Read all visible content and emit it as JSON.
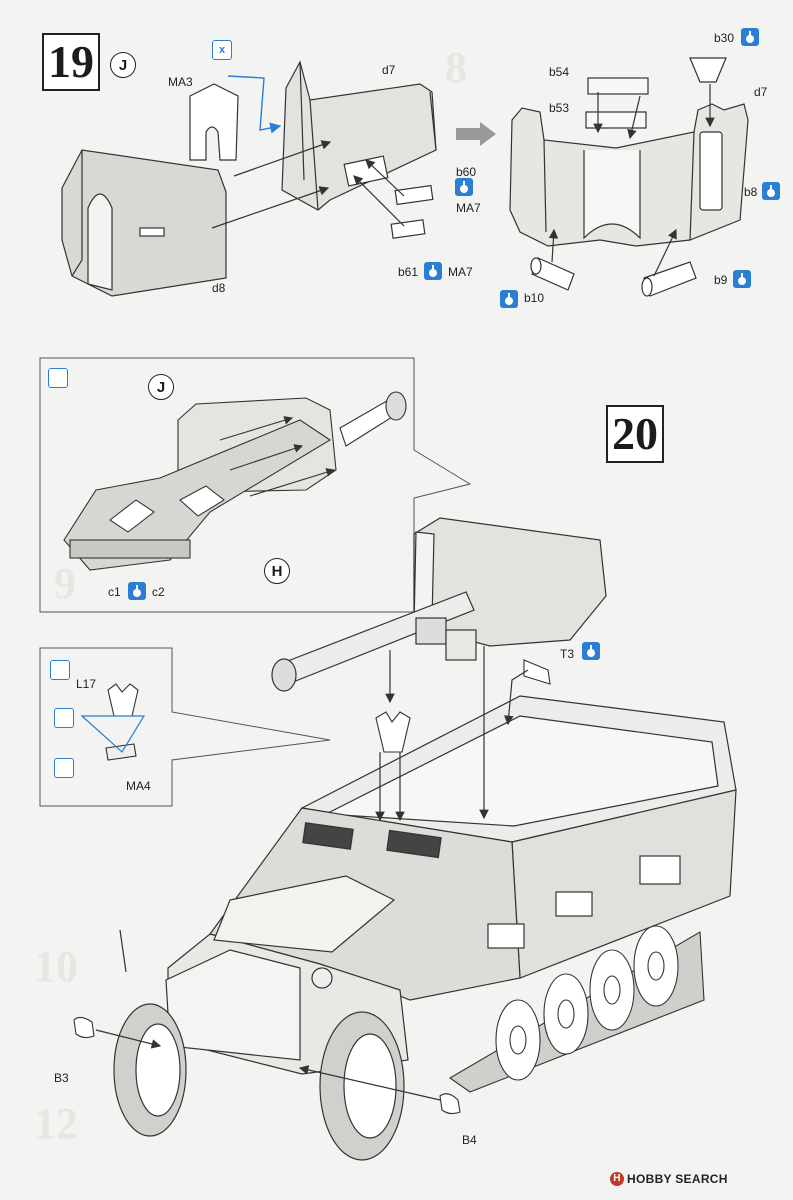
{
  "steps": {
    "s19": "19",
    "s20": "20"
  },
  "sub_assemblies": {
    "j_top": "J",
    "j_inset": "J",
    "h_inset": "H"
  },
  "ghost_numbers": {
    "g8": "8",
    "g10": "10",
    "g12": "12",
    "g9": "9"
  },
  "parts": {
    "ma3": "MA3",
    "d7a": "d7",
    "d8": "d8",
    "b60": "b60",
    "ma7a": "MA7",
    "b61": "b61",
    "ma7b": "MA7",
    "b30": "b30",
    "b54": "b54",
    "d7b": "d7",
    "b53": "b53",
    "b8": "b8",
    "b9": "b9",
    "b10": "b10",
    "c1": "c1",
    "c2": "c2",
    "t3": "T3",
    "l17": "L17",
    "ma4": "MA4",
    "b3": "B3",
    "b4": "B4"
  },
  "icons": {
    "glue": "cement-icon",
    "reversible": "reversible-part-icon",
    "paint": "paint-brush-icon",
    "drop": "liquid-cement-icon",
    "flip": "flip-over-icon",
    "symbol_x": "x"
  },
  "footer": {
    "logo": "H",
    "text": "HOBBY SEARCH"
  },
  "colors": {
    "accent": "#2a7fd4",
    "line": "#333333",
    "shade": "#d9d9d6"
  }
}
